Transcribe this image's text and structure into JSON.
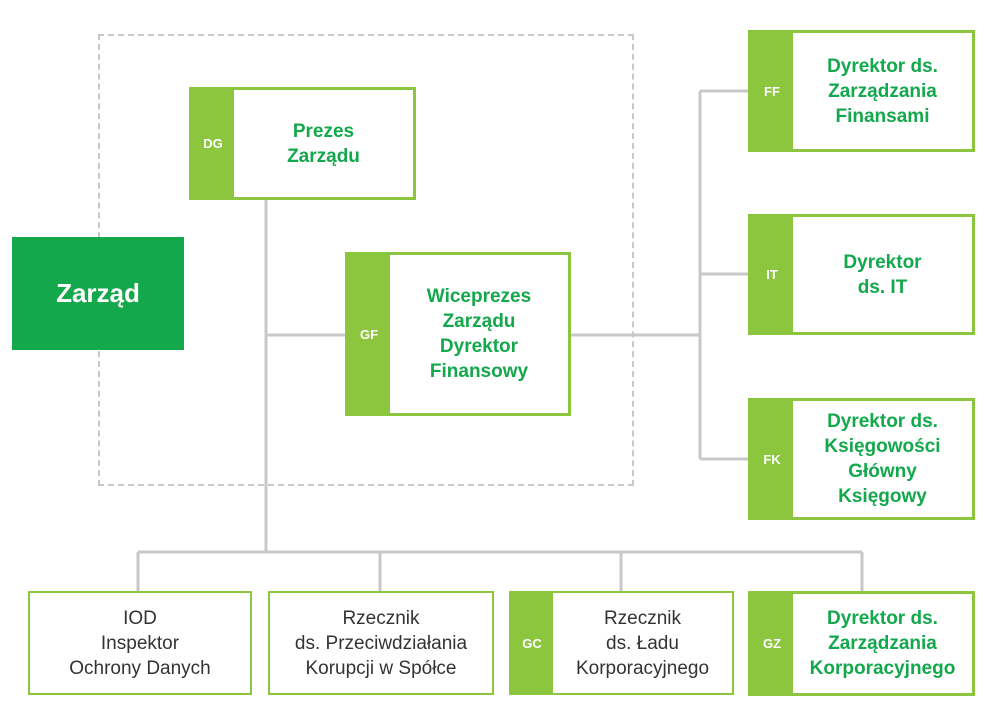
{
  "board": {
    "label": "Zarząd"
  },
  "units": {
    "dg": {
      "code": "DG",
      "title": "Prezes\nZarządu"
    },
    "gf": {
      "code": "GF",
      "title": "Wiceprezes\nZarządu\nDyrektor\nFinansowy"
    },
    "ff": {
      "code": "FF",
      "title": "Dyrektor ds.\nZarządzania\nFinansami"
    },
    "it": {
      "code": "IT",
      "title": "Dyrektor\nds. IT"
    },
    "fk": {
      "code": "FK",
      "title": "Dyrektor ds.\nKsięgowości\nGłówny\nKsięgowy"
    },
    "iod": {
      "title": "IOD\nInspektor\nOchrony Danych"
    },
    "rk": {
      "title": "Rzecznik\nds. Przeciwdziałania\nKorupcji w Spółce"
    },
    "gc": {
      "code": "GC",
      "title": "Rzecznik\nds. Ładu\nKorporacyjnego"
    },
    "gz": {
      "code": "GZ",
      "title": "Dyrektor ds.\nZarządzania\nKorporacyjnego"
    }
  },
  "colors": {
    "board": "#14a84c",
    "accent": "#8cc63f",
    "connector": "#c8c8c8",
    "dashed_border": "#c8c8c8"
  }
}
